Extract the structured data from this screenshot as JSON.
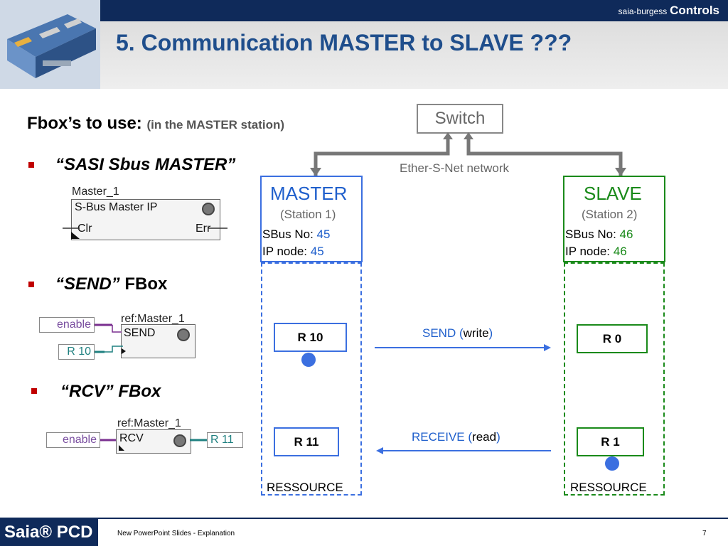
{
  "brand": {
    "prefix": "saia-burgess",
    "name": "Controls"
  },
  "title": "5. Communication MASTER to SLAVE ???",
  "fbox_heading": {
    "main": "Fbox’s to use:",
    "sub": "(in the MASTER station)"
  },
  "bullets": {
    "sasi": "“SASI Sbus MASTER”",
    "send_italic": "“SEND”",
    "send_plain": "FBox",
    "rcv": "“RCV” FBox"
  },
  "fbox_master": {
    "name": "Master_1",
    "title": "S-Bus Master IP",
    "in_label": "Clr",
    "out_label": "Err"
  },
  "fbox_send": {
    "name": "ref:Master_1",
    "title": "SEND",
    "enable": "enable",
    "reg": "R 10"
  },
  "fbox_rcv": {
    "name": "ref:Master_1",
    "title": "RCV",
    "enable": "enable",
    "reg": "R 11"
  },
  "switch": {
    "label": "Switch",
    "network": "Ether-S-Net network"
  },
  "master": {
    "title": "MASTER",
    "station": "(Station 1)",
    "sbus_label": "SBus No:",
    "sbus_value": "45",
    "ip_label": "IP node:",
    "ip_value": "45",
    "reg_send": "R 10",
    "reg_recv": "R 11",
    "resource": "RESSOURCE"
  },
  "slave": {
    "title": "SLAVE",
    "station": "(Station 2)",
    "sbus_label": "SBus No:",
    "sbus_value": "46",
    "ip_label": "IP node:",
    "ip_value": "46",
    "reg_send": "R 0",
    "reg_recv": "R 1",
    "resource": "RESSOURCE"
  },
  "arrows": {
    "send_label": "SEND (",
    "send_word": "write",
    "send_close": ")",
    "recv_label": "RECEIVE (",
    "recv_word": "read",
    "recv_close": ")"
  },
  "footer": {
    "logo": "Saia® PCD",
    "text": "New PowerPoint Slides - Explanation",
    "page": "7"
  },
  "colors": {
    "navy": "#0f2a5a",
    "title_blue": "#1f4e8c",
    "master_blue": "#3b6fe0",
    "slave_green": "#1a8a1a",
    "bullet_red": "#c00000"
  }
}
